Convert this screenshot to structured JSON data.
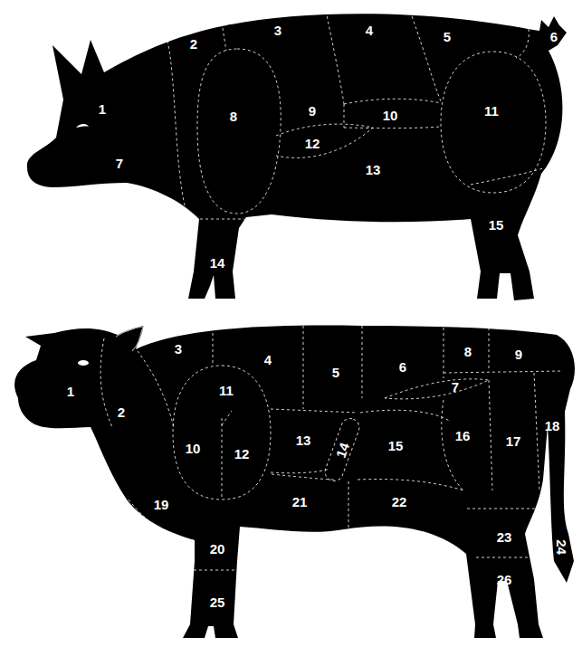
{
  "diagram": {
    "labels": [
      "1",
      "2",
      "3",
      "4",
      "5",
      "6",
      "7",
      "8",
      "9",
      "10",
      "11",
      "12",
      "13",
      "14",
      "15",
      "1",
      "2",
      "3",
      "4",
      "5",
      "6",
      "7",
      "8",
      "9",
      "10",
      "11",
      "12",
      "13",
      "14",
      "15",
      "16",
      "17",
      "18",
      "19",
      "20",
      "21",
      "22",
      "23",
      "24",
      "25",
      "26"
    ]
  }
}
